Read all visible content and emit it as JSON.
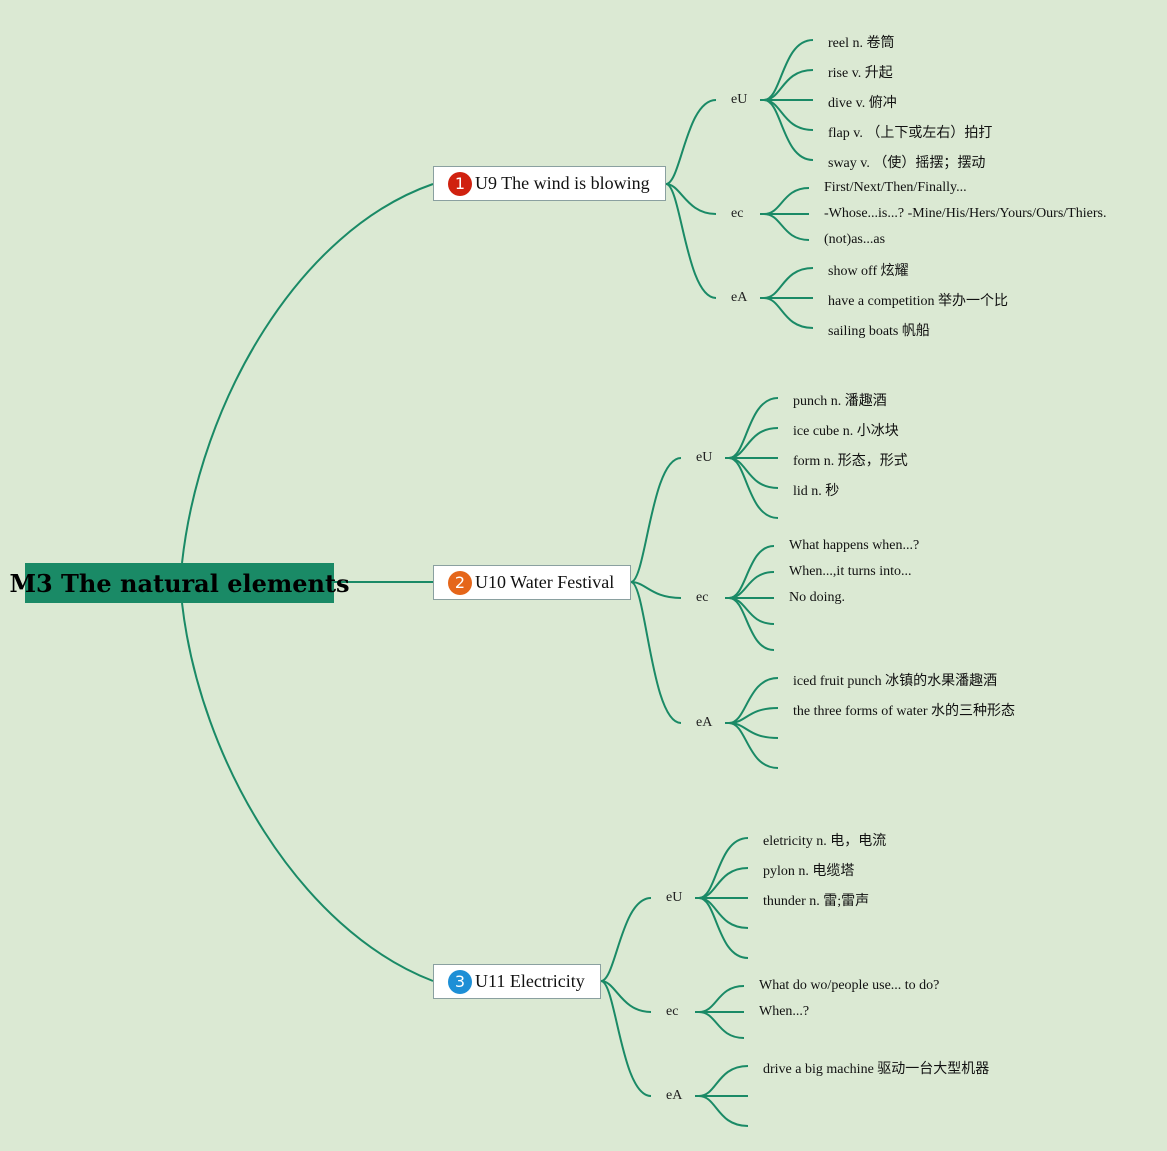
{
  "root": {
    "label": "M3 The natural elements"
  },
  "units": [
    {
      "number": "1",
      "badge_color": "#d0210f",
      "title": "U9 The wind is blowing",
      "eU": [
        "reel n. 卷筒",
        "rise v. 升起",
        "dive v. 俯冲",
        "flap v. （上下或左右）拍打",
        "sway v. （使）摇摆；摆动"
      ],
      "ec": [
        "First/Next/Then/Finally...",
        "-Whose...is...? -Mine/His/Hers/Yours/Ours/Thiers.",
        "(not)as...as"
      ],
      "eA": [
        "show off 炫耀",
        "have a competition 举办一个比",
        "sailing boats 帆船"
      ]
    },
    {
      "number": "2",
      "badge_color": "#e5661a",
      "title": "U10 Water Festival",
      "eU": [
        "punch n. 潘趣酒",
        "ice cube n. 小冰块",
        "form n. 形态，形式",
        "lid n. 秒",
        ""
      ],
      "ec": [
        "What happens when...?",
        "When...,it turns into...",
        "No doing.",
        "",
        ""
      ],
      "eA": [
        "iced fruit punch 冰镇的水果潘趣酒",
        "the three forms of water 水的三种形态",
        "",
        ""
      ]
    },
    {
      "number": "3",
      "badge_color": "#1d8fd6",
      "title": "U11 Electricity",
      "eU": [
        "eletricity n. 电，电流",
        "pylon n. 电缆塔",
        "thunder n. 雷;雷声",
        "",
        ""
      ],
      "ec": [
        "What do wo/people use... to do?",
        "When...?",
        ""
      ],
      "eA": [
        "drive a big machine 驱动一台大型机器",
        "",
        ""
      ]
    }
  ],
  "category_labels": {
    "eU": "eU",
    "ec": "ec",
    "eA": "eA"
  },
  "colors": {
    "background": "#dbe9d3",
    "line": "#1a8a66",
    "root_fill": "#1a8a66"
  }
}
